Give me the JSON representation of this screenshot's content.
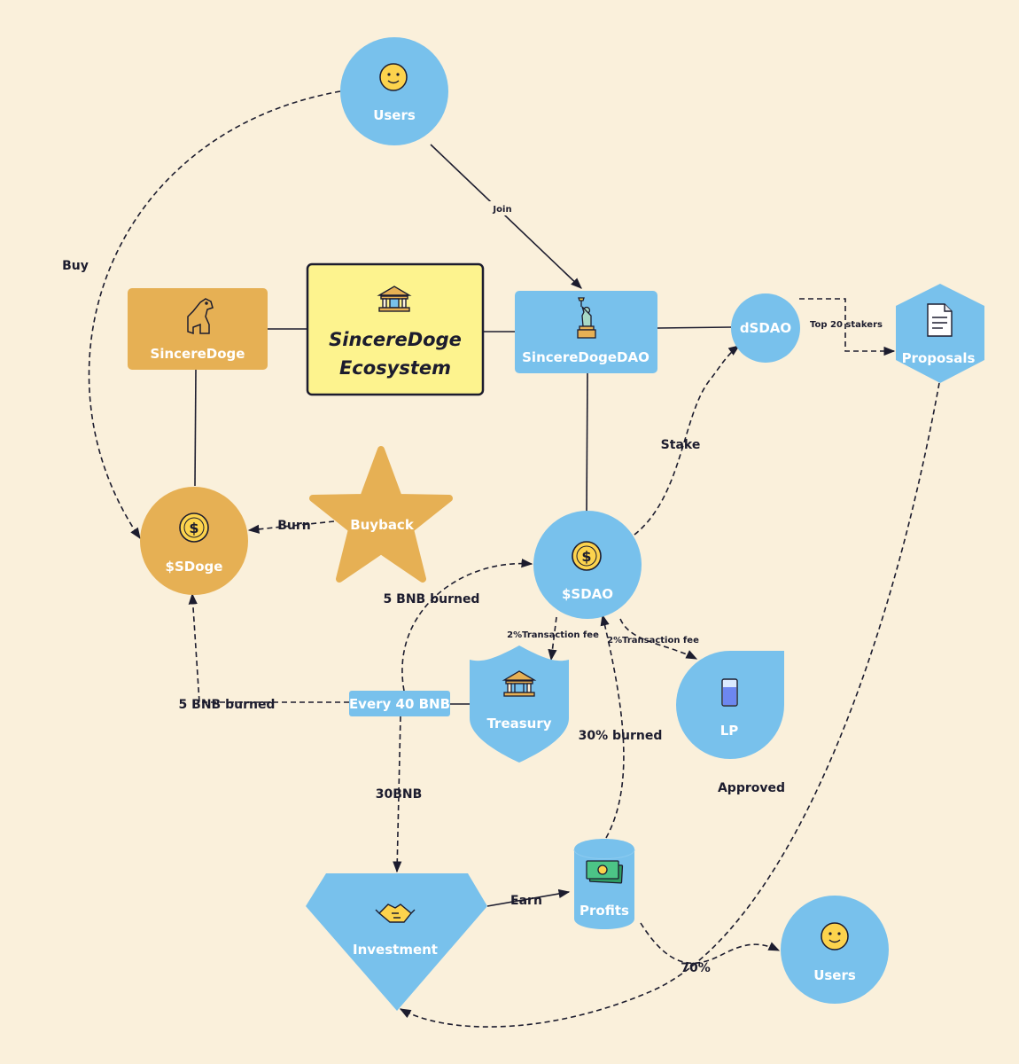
{
  "colors": {
    "background": "#faf0db",
    "blue": "#78c1ec",
    "orange": "#e6b054",
    "title_fill": "#fdf38e",
    "ink": "#1c1c2e"
  },
  "nodes": {
    "users_top": "Users",
    "sincere_doge": "SincereDoge",
    "ecosystem_line1": "SincereDoge",
    "ecosystem_line2": "Ecosystem",
    "sincere_doge_dao": "SincereDogeDAO",
    "dsdao": "dSDAO",
    "proposals": "Proposals",
    "sdoge": "$SDoge",
    "buyback": "Buyback",
    "sdao": "$SDAO",
    "treasury": "Treasury",
    "lp": "LP",
    "every_40_bnb": "Every 40 BNB",
    "investment": "Investment",
    "profits": "Profits",
    "users_bottom": "Users"
  },
  "edges": {
    "join": "Join",
    "buy": "Buy",
    "top_20_stakers": "Top 20 stakers",
    "stake": "Stake",
    "burn": "Burn",
    "bnb_burned_top": "5 BNB burned",
    "bnb_burned_left": "5 BNB burned",
    "fee_treasury": "2%Transaction fee",
    "fee_lp": "2%Transaction fee",
    "thirty_percent_burned": "30% burned",
    "thirty_bnb": "30BNB",
    "approved": "Approved",
    "earn": "Earn",
    "seventy_percent": "70%"
  },
  "icons": {
    "users_top": "smiley-face-icon",
    "sincere_doge": "dog-icon",
    "ecosystem": "bank-building-icon",
    "sincere_doge_dao": "statue-of-liberty-icon",
    "proposals": "document-icon",
    "sdoge": "dollar-coin-icon",
    "sdao": "dollar-coin-icon",
    "treasury": "bank-building-icon",
    "lp": "glass-icon",
    "investment": "handshake-icon",
    "profits": "banknote-icon",
    "users_bottom": "smiley-face-icon"
  }
}
